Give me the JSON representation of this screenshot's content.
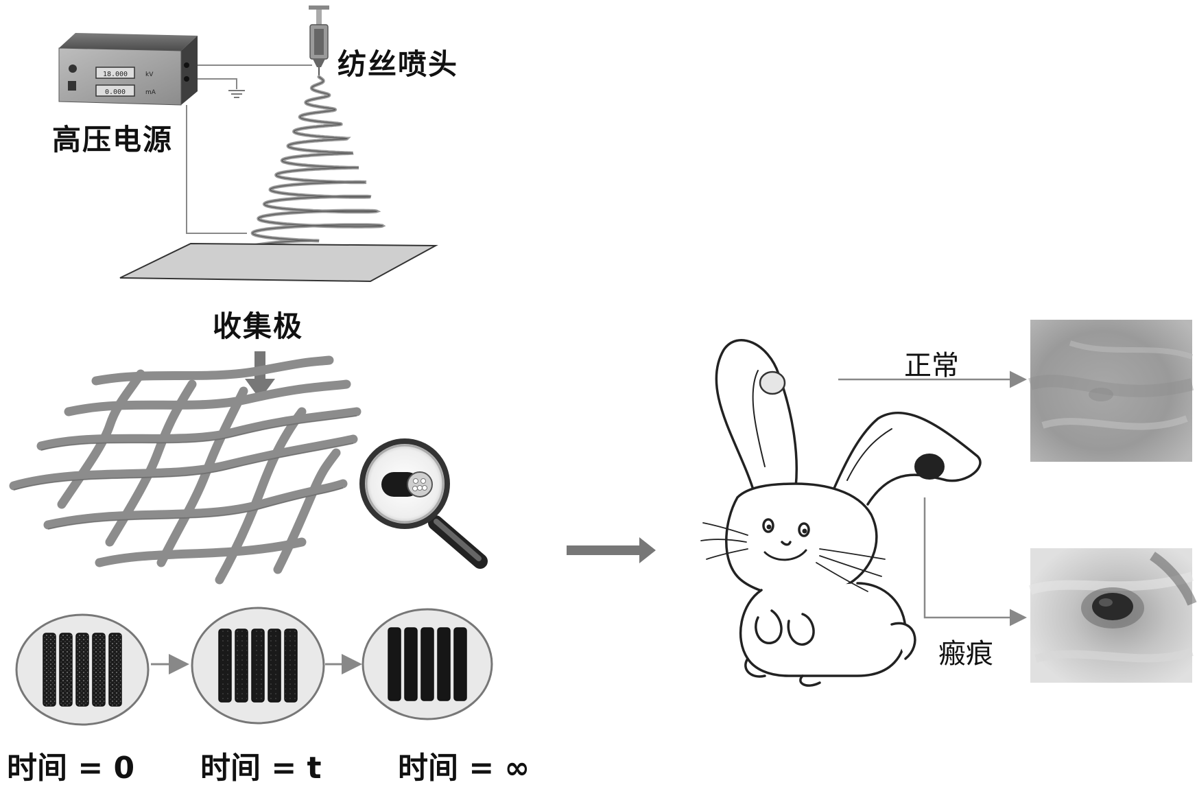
{
  "labels": {
    "spinneret": "纺丝喷头",
    "power_supply": "高压电源",
    "collector": "收集极",
    "time_zero": "时间 = 0",
    "time_t": "时间 = t",
    "time_inf": "时间 = ∞",
    "normal": "正常",
    "scar": "瘢痕"
  },
  "power_supply_display": {
    "reading_1": "18.000",
    "unit_1": "kV",
    "reading_2": "0.000",
    "unit_2": "mA"
  },
  "colors": {
    "fiber": "#8a8a8a",
    "arrow": "#777777",
    "box": "#5a5a5a",
    "normal_spot": "#e6e6e6",
    "scar_spot": "#222222"
  }
}
